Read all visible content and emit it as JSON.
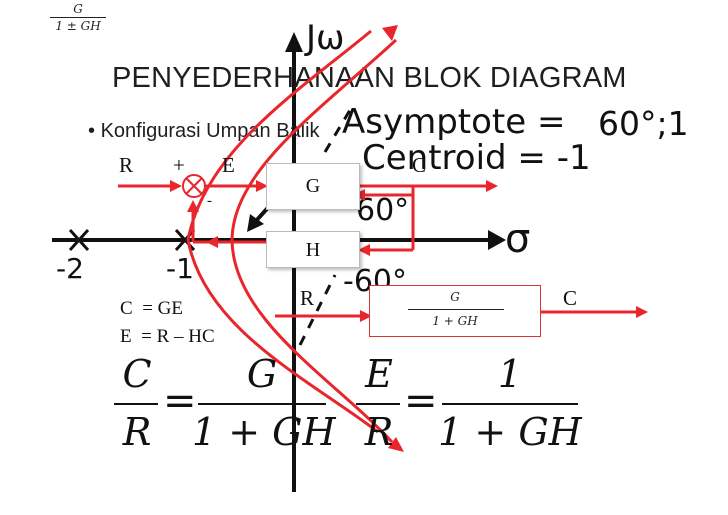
{
  "corner_fraction": {
    "numerator": "G",
    "denominator": "1 ± GH"
  },
  "slide": {
    "title": "PENYEDERHANAAN BLOK DIAGRAM",
    "bullet": "Konfigurasi Umpan Balik"
  },
  "root_locus": {
    "axis_vertical": "Jω",
    "axis_horizontal": "σ",
    "asymptote_text": "Asymptote =",
    "asymptote_value": "60°;1",
    "centroid_text": "Centroid = -1",
    "angle_upper": "60°",
    "angle_lower": "-60°",
    "tick_minus2": "-2",
    "tick_minus1": "-1"
  },
  "feedback_diagram": {
    "input": "R",
    "plus": "+",
    "minus": "-",
    "error": "E",
    "output": "C",
    "forward_block": "G",
    "feedback_block": "H"
  },
  "simplified_diagram": {
    "input": "R",
    "output": "C",
    "numerator": "G",
    "denominator": "1 + GH"
  },
  "equations": {
    "eq1_lhs": "C",
    "eq1_eq": "=",
    "eq1_rhs": "GE",
    "eq2_lhs": "E",
    "eq2_eq": "=",
    "eq2_rhs": "R – HC"
  },
  "big_formulas": {
    "f1_num": "C",
    "f1_den": "R",
    "f1_eq": "=",
    "f1_rnum": "G",
    "f1_rden": "1 + GH",
    "f2_num": "E",
    "f2_den": "R",
    "f2_eq": "=",
    "f2_rnum": "1",
    "f2_rden": "1 + GH"
  },
  "colors": {
    "red": "#e8262b",
    "black": "#111111"
  }
}
